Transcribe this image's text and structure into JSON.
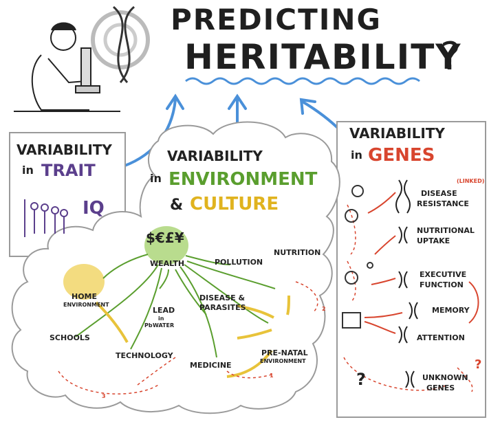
{
  "title": {
    "line1": "PREDICTING",
    "line2": "HERITABILITY",
    "mark": "?"
  },
  "trait_panel": {
    "heading": "VARIABILITY",
    "in": "in",
    "keyword": "TRAIT",
    "iq": "IQ"
  },
  "environment_panel": {
    "heading": "VARIABILITY",
    "in": "in",
    "keyword1": "ENVIRONMENT",
    "amp": "&",
    "keyword2": "CULTURE"
  },
  "genes_panel": {
    "heading": "VARIABILITY",
    "in": "in",
    "keyword": "GENES"
  },
  "env_nodes": {
    "wealth_symbols": "$€£¥",
    "wealth": "WEALTH",
    "pollution": "POLLUTION",
    "nutrition": "NUTRITION",
    "home": "HOME",
    "home_sub": "ENVIRONMENT",
    "lead": "LEAD",
    "lead_in": "in",
    "lead_water": "WATER",
    "disease_line1": "DISEASE &",
    "disease_line2": "PARASITES",
    "schools": "SCHOOLS",
    "technology": "TECHNOLOGY",
    "medicine": "MEDICINE",
    "prenatal_line1": "PRE-NATAL",
    "prenatal_line2": "ENVIRONMENT",
    "pb": "Pb"
  },
  "gene_items": {
    "linked": "(LINKED)",
    "disease_resistance_1": "DISEASE",
    "disease_resistance_2": "RESISTANCE",
    "nutritional_1": "NUTRITIONAL",
    "nutritional_2": "UPTAKE",
    "executive_1": "EXECUTIVE",
    "executive_2": "FUNCTION",
    "memory": "MEMORY",
    "attention": "ATTENTION",
    "unknown_1": "UNKNOWN",
    "unknown_2": "GENES",
    "unknown_mark": "?",
    "unknown_mark_small": "?"
  },
  "numbers": {
    "one": "1",
    "two": "2",
    "three": "3"
  },
  "colors": {
    "blue": "#4a90d9",
    "green": "#5a9e2e",
    "yellow": "#e8c33a",
    "red": "#d8452e",
    "purple": "#5b3f8c",
    "grey": "#9a9a9a"
  }
}
